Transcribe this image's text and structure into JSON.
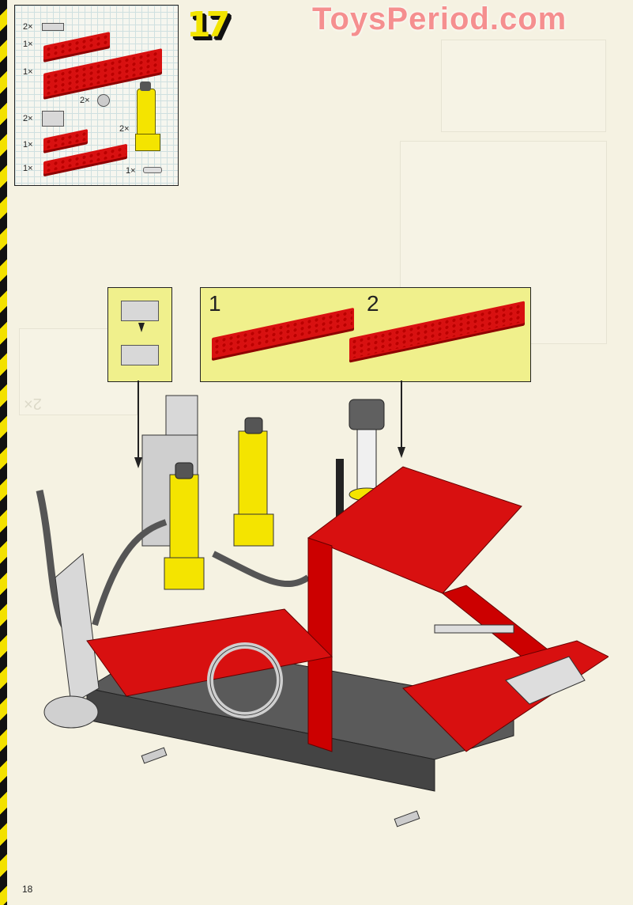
{
  "page": {
    "watermark": "ToysPeriod.com",
    "step_number": "17",
    "page_number": "18",
    "colors": {
      "background": "#f5f2e2",
      "callout_yellow": "#f0f08c",
      "brick_red": "#d81010",
      "brick_yellow": "#f4e400",
      "brick_light_grey": "#d8d8d8",
      "brick_dark_grey": "#5a5a5a",
      "watermark_pink": "#f58f8f",
      "hazard_yellow": "#f3e100",
      "hazard_black": "#111111"
    }
  },
  "parts_list": {
    "items": [
      {
        "qty": "2×",
        "part": "light grey plate 1×2"
      },
      {
        "qty": "1×",
        "part": "red plate 2×6"
      },
      {
        "qty": "1×",
        "part": "red plate 4×10"
      },
      {
        "qty": "2×",
        "part": "light grey gear / bushing"
      },
      {
        "qty": "2×",
        "part": "light grey technic brick 1×2 with hole"
      },
      {
        "qty": "2×",
        "part": "yellow pneumatic cylinder"
      },
      {
        "qty": "1×",
        "part": "red plate 2×4"
      },
      {
        "qty": "1×",
        "part": "red plate 2×8"
      },
      {
        "qty": "1×",
        "part": "light grey axle pin"
      }
    ]
  },
  "callouts": [
    {
      "id": "sub-assembly-grey",
      "description": "light grey brick with pin attached to grey plate"
    },
    {
      "id": "sub-assembly-red-plates",
      "steps": [
        {
          "label": "1",
          "description": "red plate 2×8"
        },
        {
          "label": "2",
          "description": "two overlapping red plates"
        }
      ]
    }
  ],
  "ghost_text": {
    "left_box_qty": "2×"
  }
}
